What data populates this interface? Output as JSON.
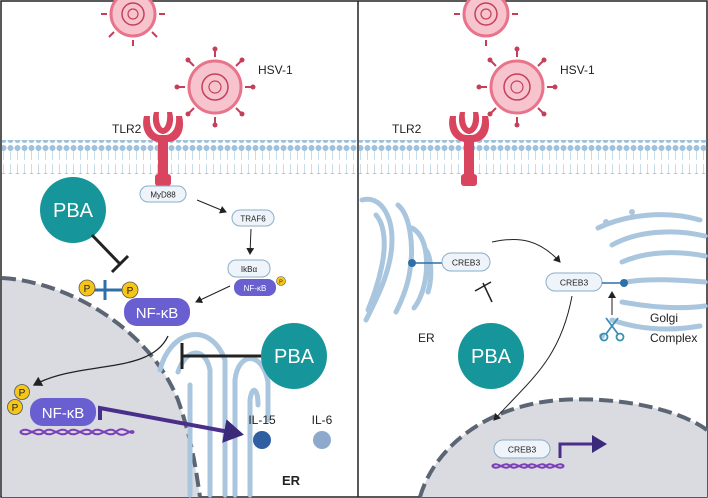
{
  "left_panel": {
    "virus_label": "HSV-1",
    "receptor_label": "TLR2",
    "adaptor_label": "MyD88",
    "kinase_label": "TRAF6",
    "inhibitor_label": "IkBα",
    "nfkb_small_label": "NF-κB",
    "phospho_label": "P",
    "nfkb_label": "NF-κB",
    "nfkb_nuclear_label": "NF-κB",
    "drug_top_label": "PBA",
    "drug_bottom_label": "PBA",
    "cytokine1_label": "IL-15",
    "cytokine2_label": "IL-6",
    "er_label": "ER"
  },
  "right_panel": {
    "virus_label": "HSV-1",
    "receptor_label": "TLR2",
    "creb_er_label": "CREB3",
    "creb_golgi_label": "CREB3",
    "creb_nuclear_label": "CREB3",
    "er_label": "ER",
    "drug_label": "PBA",
    "golgi_label_line1": "Golgi",
    "golgi_label_line2": "Complex"
  },
  "colors": {
    "virus": "#e8738a",
    "virus_light": "#f7c4ce",
    "receptor": "#d9455f",
    "membrane": "#b8d4e6",
    "drug": "#16969a",
    "nfkb": "#6a5fd0",
    "phospho": "#f5c518",
    "nucleus": "#d9dbe0",
    "dna": "#7b3fb8",
    "arrow_purple": "#4a2f8a",
    "er": "#a9c6de",
    "cytokine": "#2f5fa0"
  }
}
